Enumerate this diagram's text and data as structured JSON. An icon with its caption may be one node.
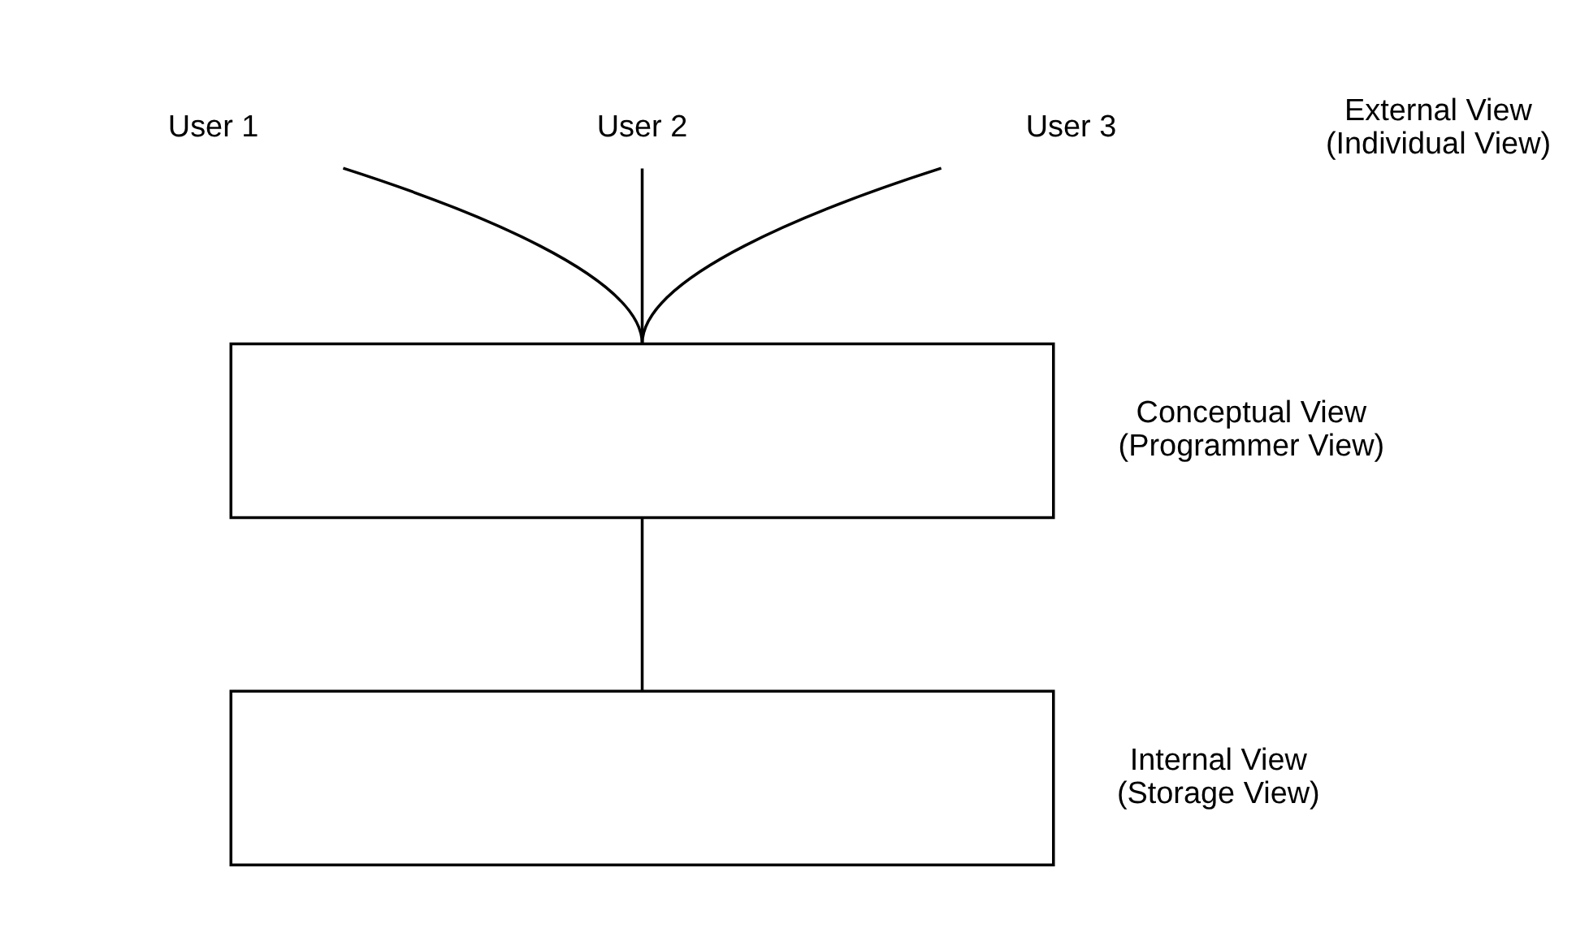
{
  "diagram": {
    "nodes": [
      {
        "text": [
          "User 1"
        ]
      },
      {
        "text": [
          "User 2"
        ]
      },
      {
        "text": [
          "User 3"
        ]
      },
      {
        "text": [],
        "shape": "box",
        "beside": [
          "Conceptual View (Programmer View)"
        ]
      },
      {
        "text": [],
        "shape": "box",
        "beside": [
          "Internal View (Storage View)"
        ]
      }
    ],
    "edges": [
      {
        "from": 0,
        "to": 3,
        "arrow": "none"
      },
      {
        "from": 1,
        "to": 3,
        "arrow": "none"
      },
      {
        "from": 2,
        "to": 3,
        "arrow": "none"
      },
      {
        "from": 3,
        "to": 4,
        "arrow": "none"
      }
    ],
    "labels": [
      "External View (Individual View)"
    ]
  }
}
